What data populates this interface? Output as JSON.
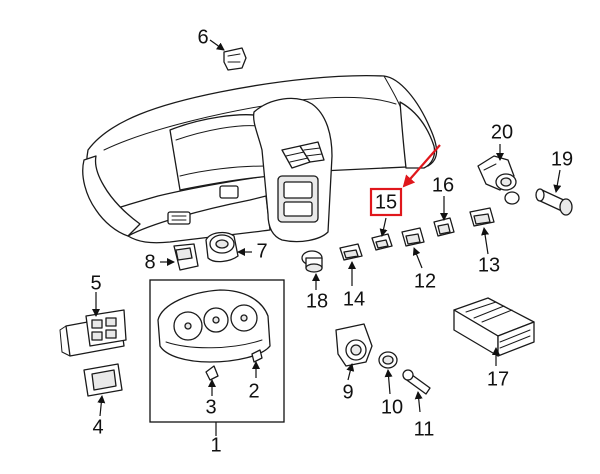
{
  "diagram": {
    "callouts": {
      "c1": "1",
      "c2": "2",
      "c3": "3",
      "c4": "4",
      "c5": "5",
      "c6": "6",
      "c7": "7",
      "c8": "8",
      "c9": "9",
      "c10": "10",
      "c11": "11",
      "c12": "12",
      "c13": "13",
      "c14": "14",
      "c15": "15",
      "c16": "16",
      "c17": "17",
      "c18": "18",
      "c19": "19",
      "c20": "20"
    },
    "highlight": {
      "callout": "15",
      "color": "#e0171c"
    },
    "colors": {
      "line": "#1a1a1a",
      "highlight_box": "#e0171c",
      "pointer_arrow": "#e0171c"
    }
  }
}
